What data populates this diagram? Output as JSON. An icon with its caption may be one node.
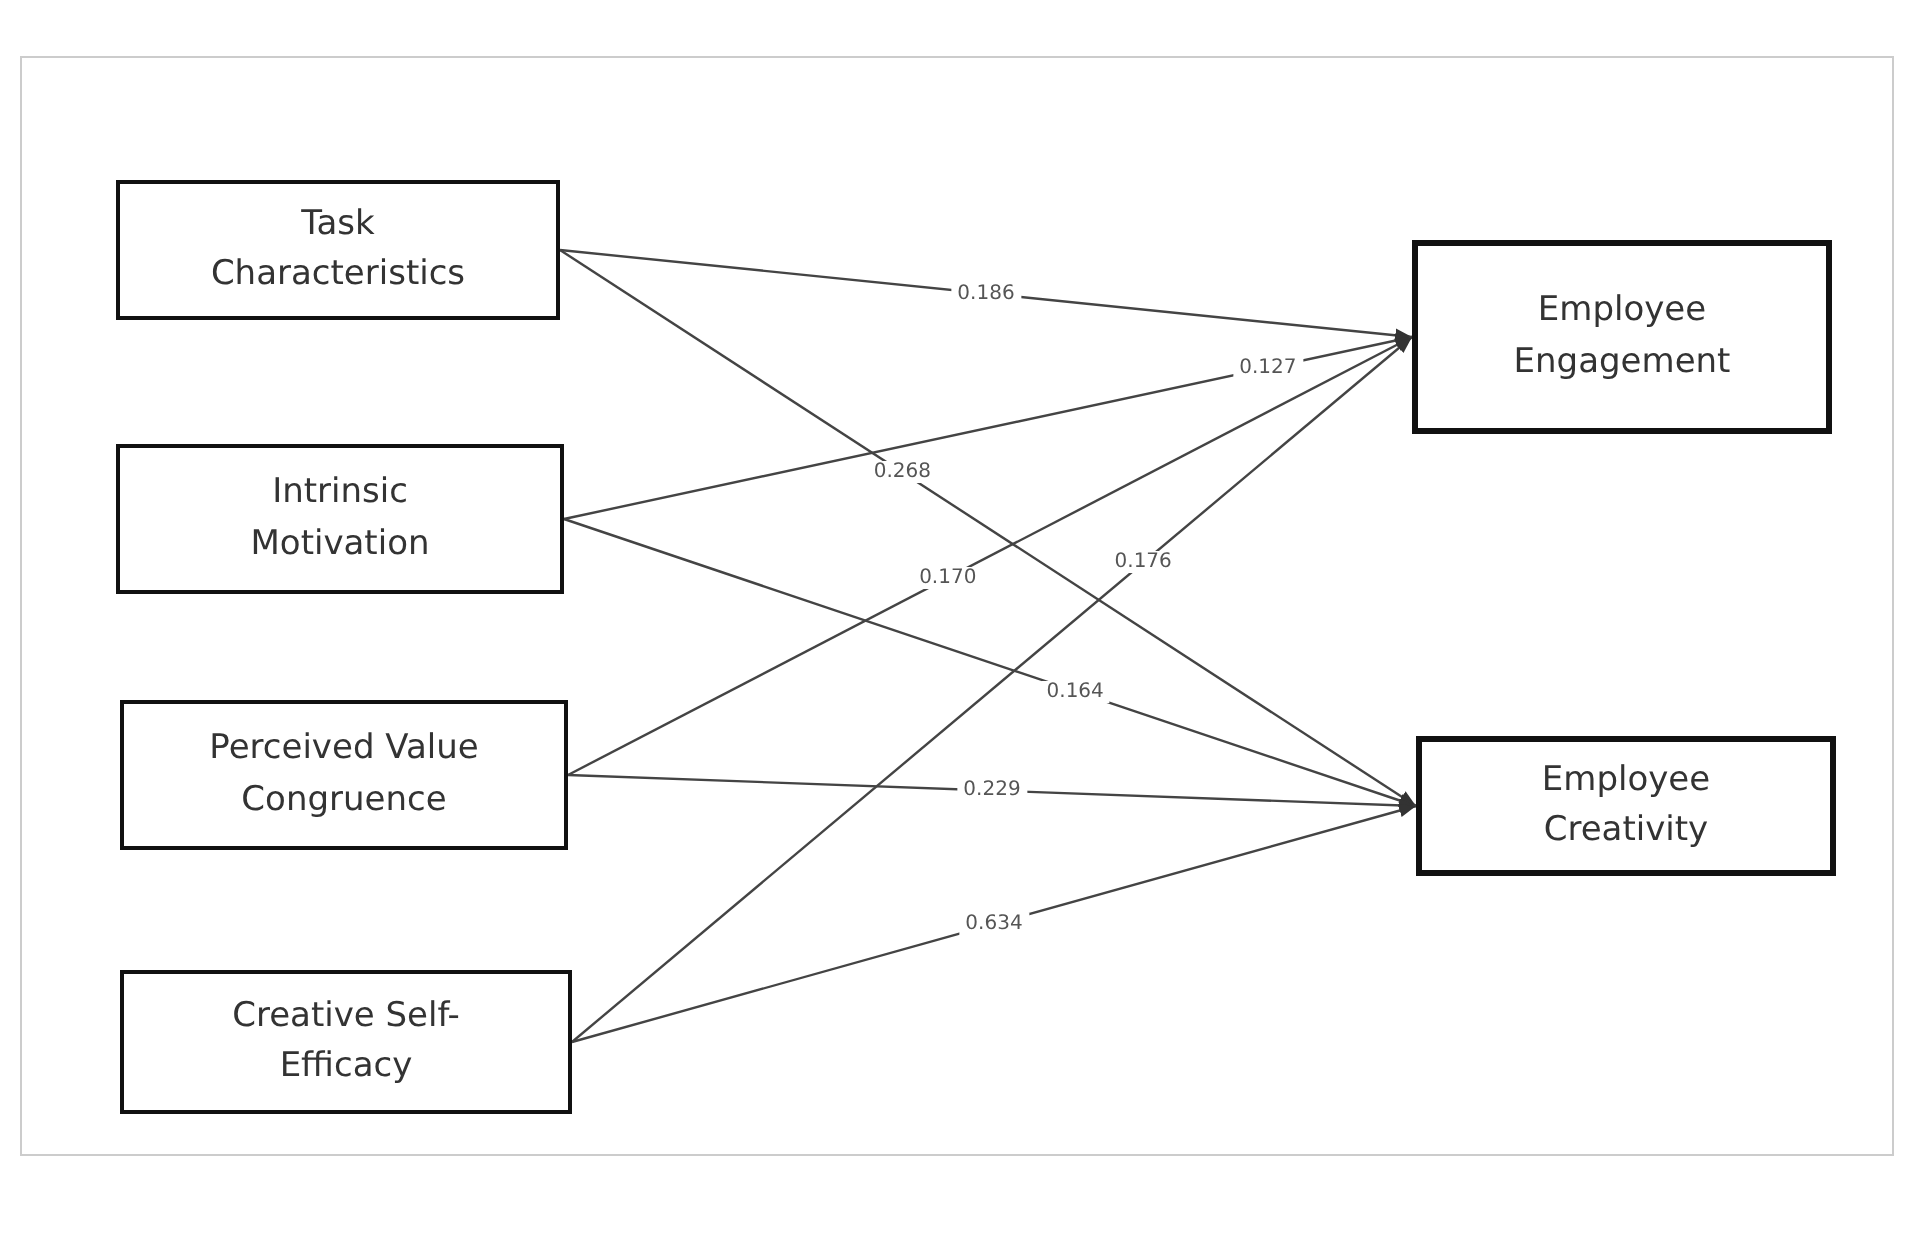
{
  "diagram": {
    "nodes": [
      {
        "text": [
          "Task Characteristics"
        ]
      },
      {
        "text": [
          "Intrinsic Motivation"
        ]
      },
      {
        "text": [
          "Perceived Value Congruence"
        ]
      },
      {
        "text": [
          "Creative Self-Efficacy"
        ]
      },
      {
        "text": [
          "Employee Engagement"
        ]
      },
      {
        "text": [
          "Employee Creativity"
        ]
      }
    ],
    "edges": [
      {
        "from": 0,
        "to": 4,
        "arrow": "to",
        "label": "0.186"
      },
      {
        "from": 0,
        "to": 5,
        "arrow": "to",
        "label": "0.268"
      },
      {
        "from": 1,
        "to": 4,
        "arrow": "to",
        "label": "0.127"
      },
      {
        "from": 1,
        "to": 5,
        "arrow": "to",
        "label": "0.164"
      },
      {
        "from": 2,
        "to": 4,
        "arrow": "to",
        "label": "0.170"
      },
      {
        "from": 2,
        "to": 5,
        "arrow": "to",
        "label": "0.229"
      },
      {
        "from": 3,
        "to": 4,
        "arrow": "to",
        "label": "0.176"
      },
      {
        "from": 3,
        "to": 5,
        "arrow": "to",
        "label": "0.634"
      }
    ]
  }
}
